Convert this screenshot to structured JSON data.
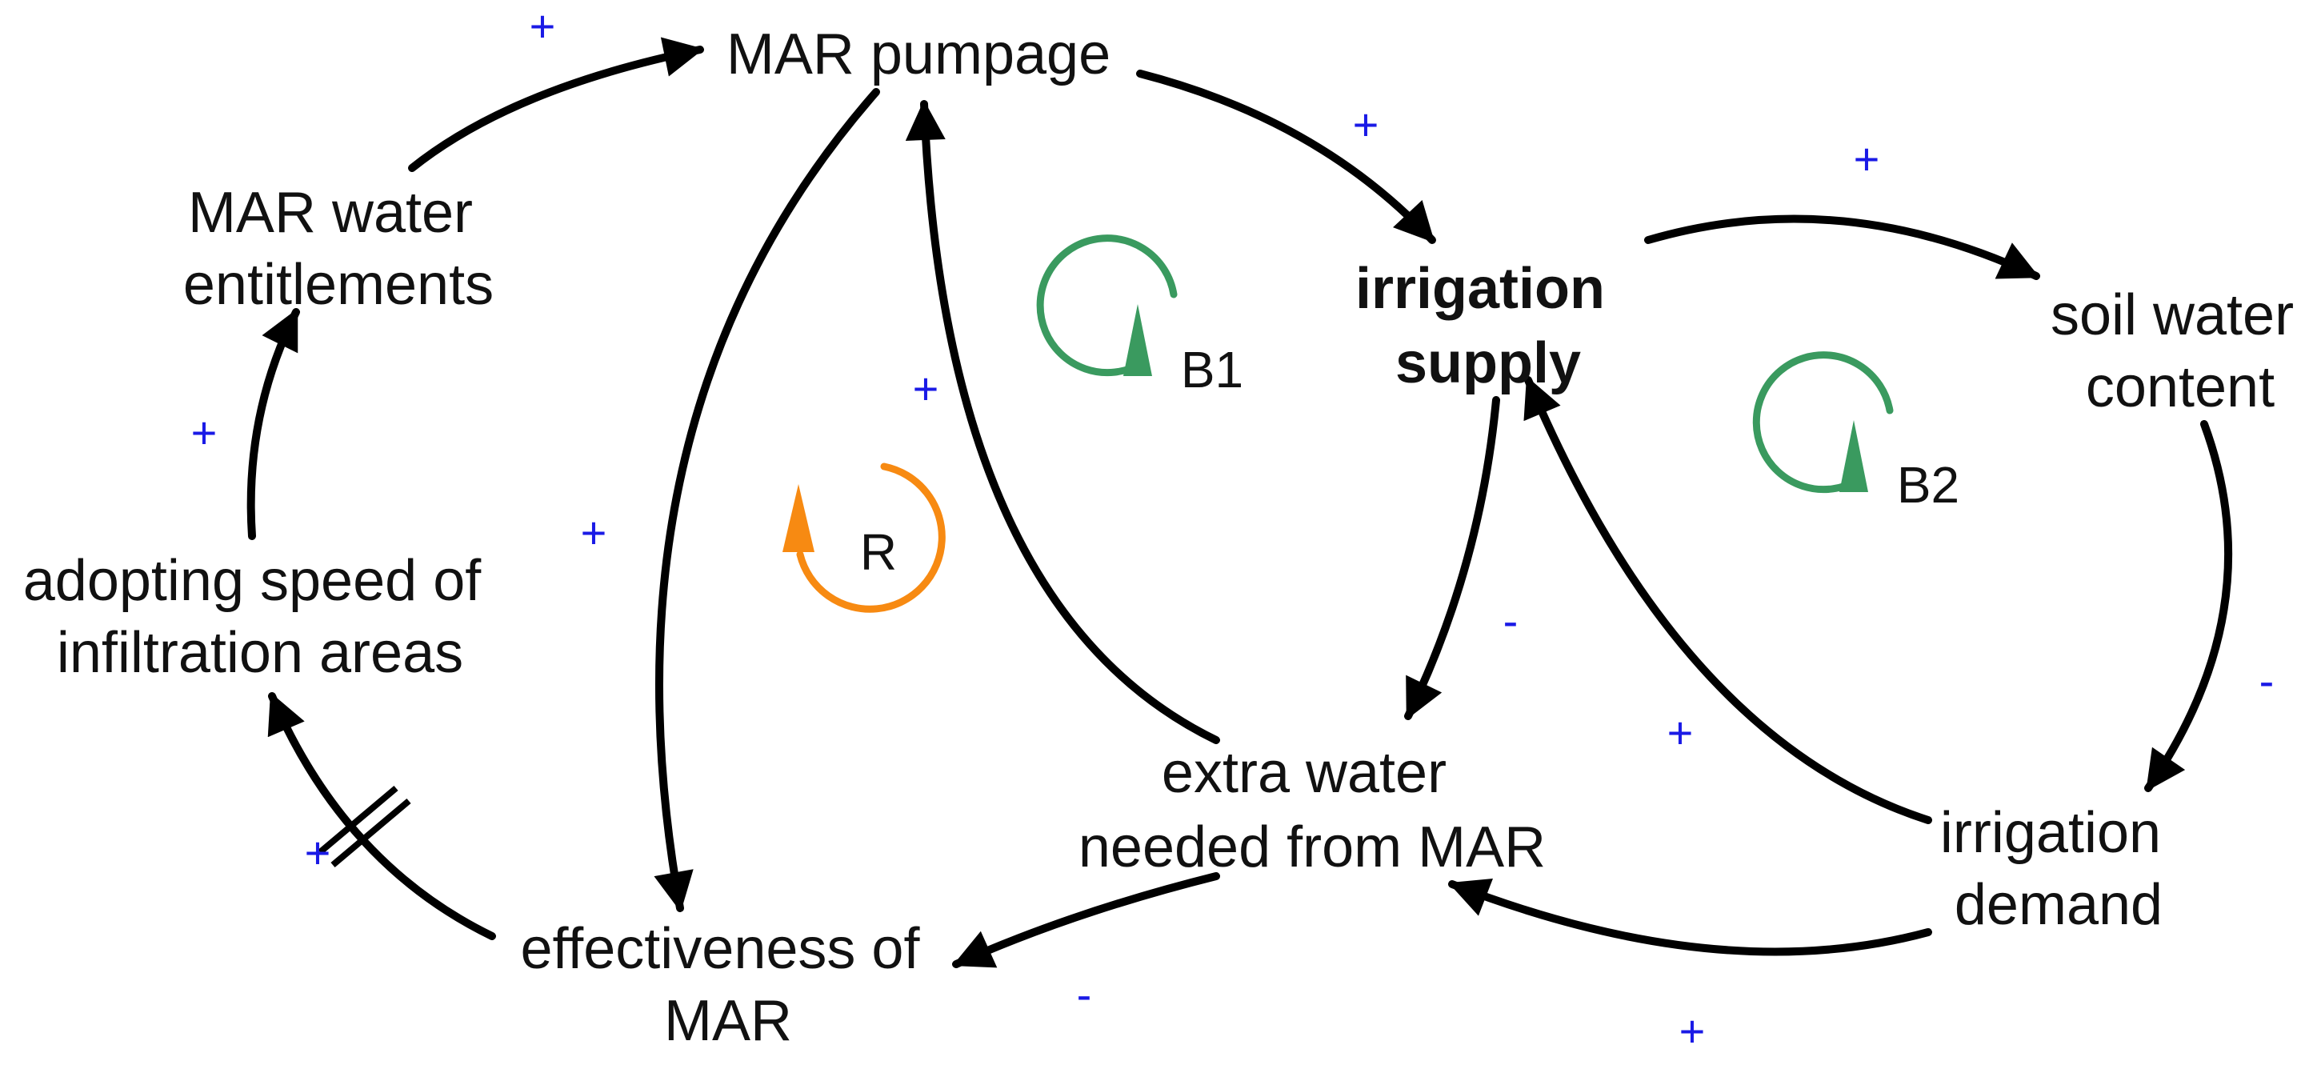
{
  "nodes": {
    "mar_pumpage": [
      "MAR pumpage"
    ],
    "irrigation_supply": [
      "irrigation",
      "supply"
    ],
    "soil_water_content": [
      "soil water",
      "content"
    ],
    "irrigation_demand": [
      "irrigation",
      "demand"
    ],
    "extra_water": [
      "extra water",
      "needed from MAR"
    ],
    "effectiveness": [
      "effectiveness of",
      "MAR"
    ],
    "adopting_speed": [
      "adopting speed of",
      "infiltration areas"
    ],
    "entitlements": [
      "MAR water",
      "entitlements"
    ]
  },
  "loops": {
    "b1": "B1",
    "b2": "B2",
    "r": "R"
  },
  "polarity": {
    "entitlements_to_pumpage": "+",
    "pumpage_to_supply": "+",
    "supply_to_soil": "+",
    "adopting_to_entitlements": "+",
    "effectiveness_to_adopting": "+",
    "pumpage_to_effectiveness": "+",
    "extra_to_pumpage": "+",
    "supply_to_extra": "-",
    "soil_to_demand": "-",
    "demand_to_supply": "+",
    "demand_to_extra": "+",
    "extra_to_effectiveness": "-"
  },
  "colors": {
    "edge": "#000000",
    "polarity": "#1a1ae6",
    "balancing_loop": "#3a9a5f",
    "reinforcing_loop": "#f78a12"
  }
}
